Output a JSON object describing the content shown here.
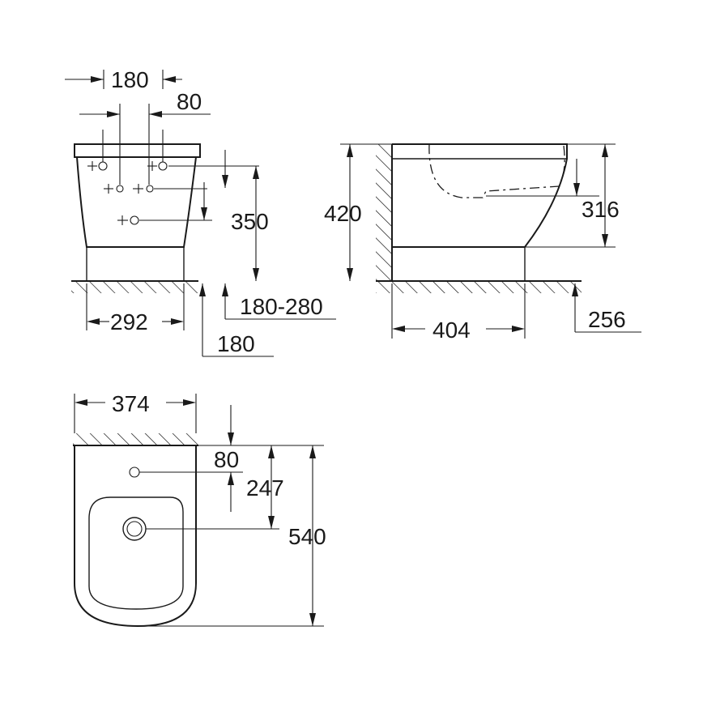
{
  "colors": {
    "line": "#1a1a1a",
    "background": "#ffffff"
  },
  "front_view": {
    "dim_pipe_spacing": "180",
    "dim_inlet_offset": "80",
    "dim_height_350": "350",
    "dim_width_292": "292",
    "dim_range": "180-280",
    "dim_height_180": "180"
  },
  "side_view": {
    "dim_height_420": "420",
    "dim_height_316": "316",
    "dim_depth_404": "404",
    "dim_depth_256": "256"
  },
  "top_view": {
    "dim_width_374": "374",
    "dim_offset_80": "80",
    "dim_offset_247": "247",
    "dim_length_540": "540"
  }
}
